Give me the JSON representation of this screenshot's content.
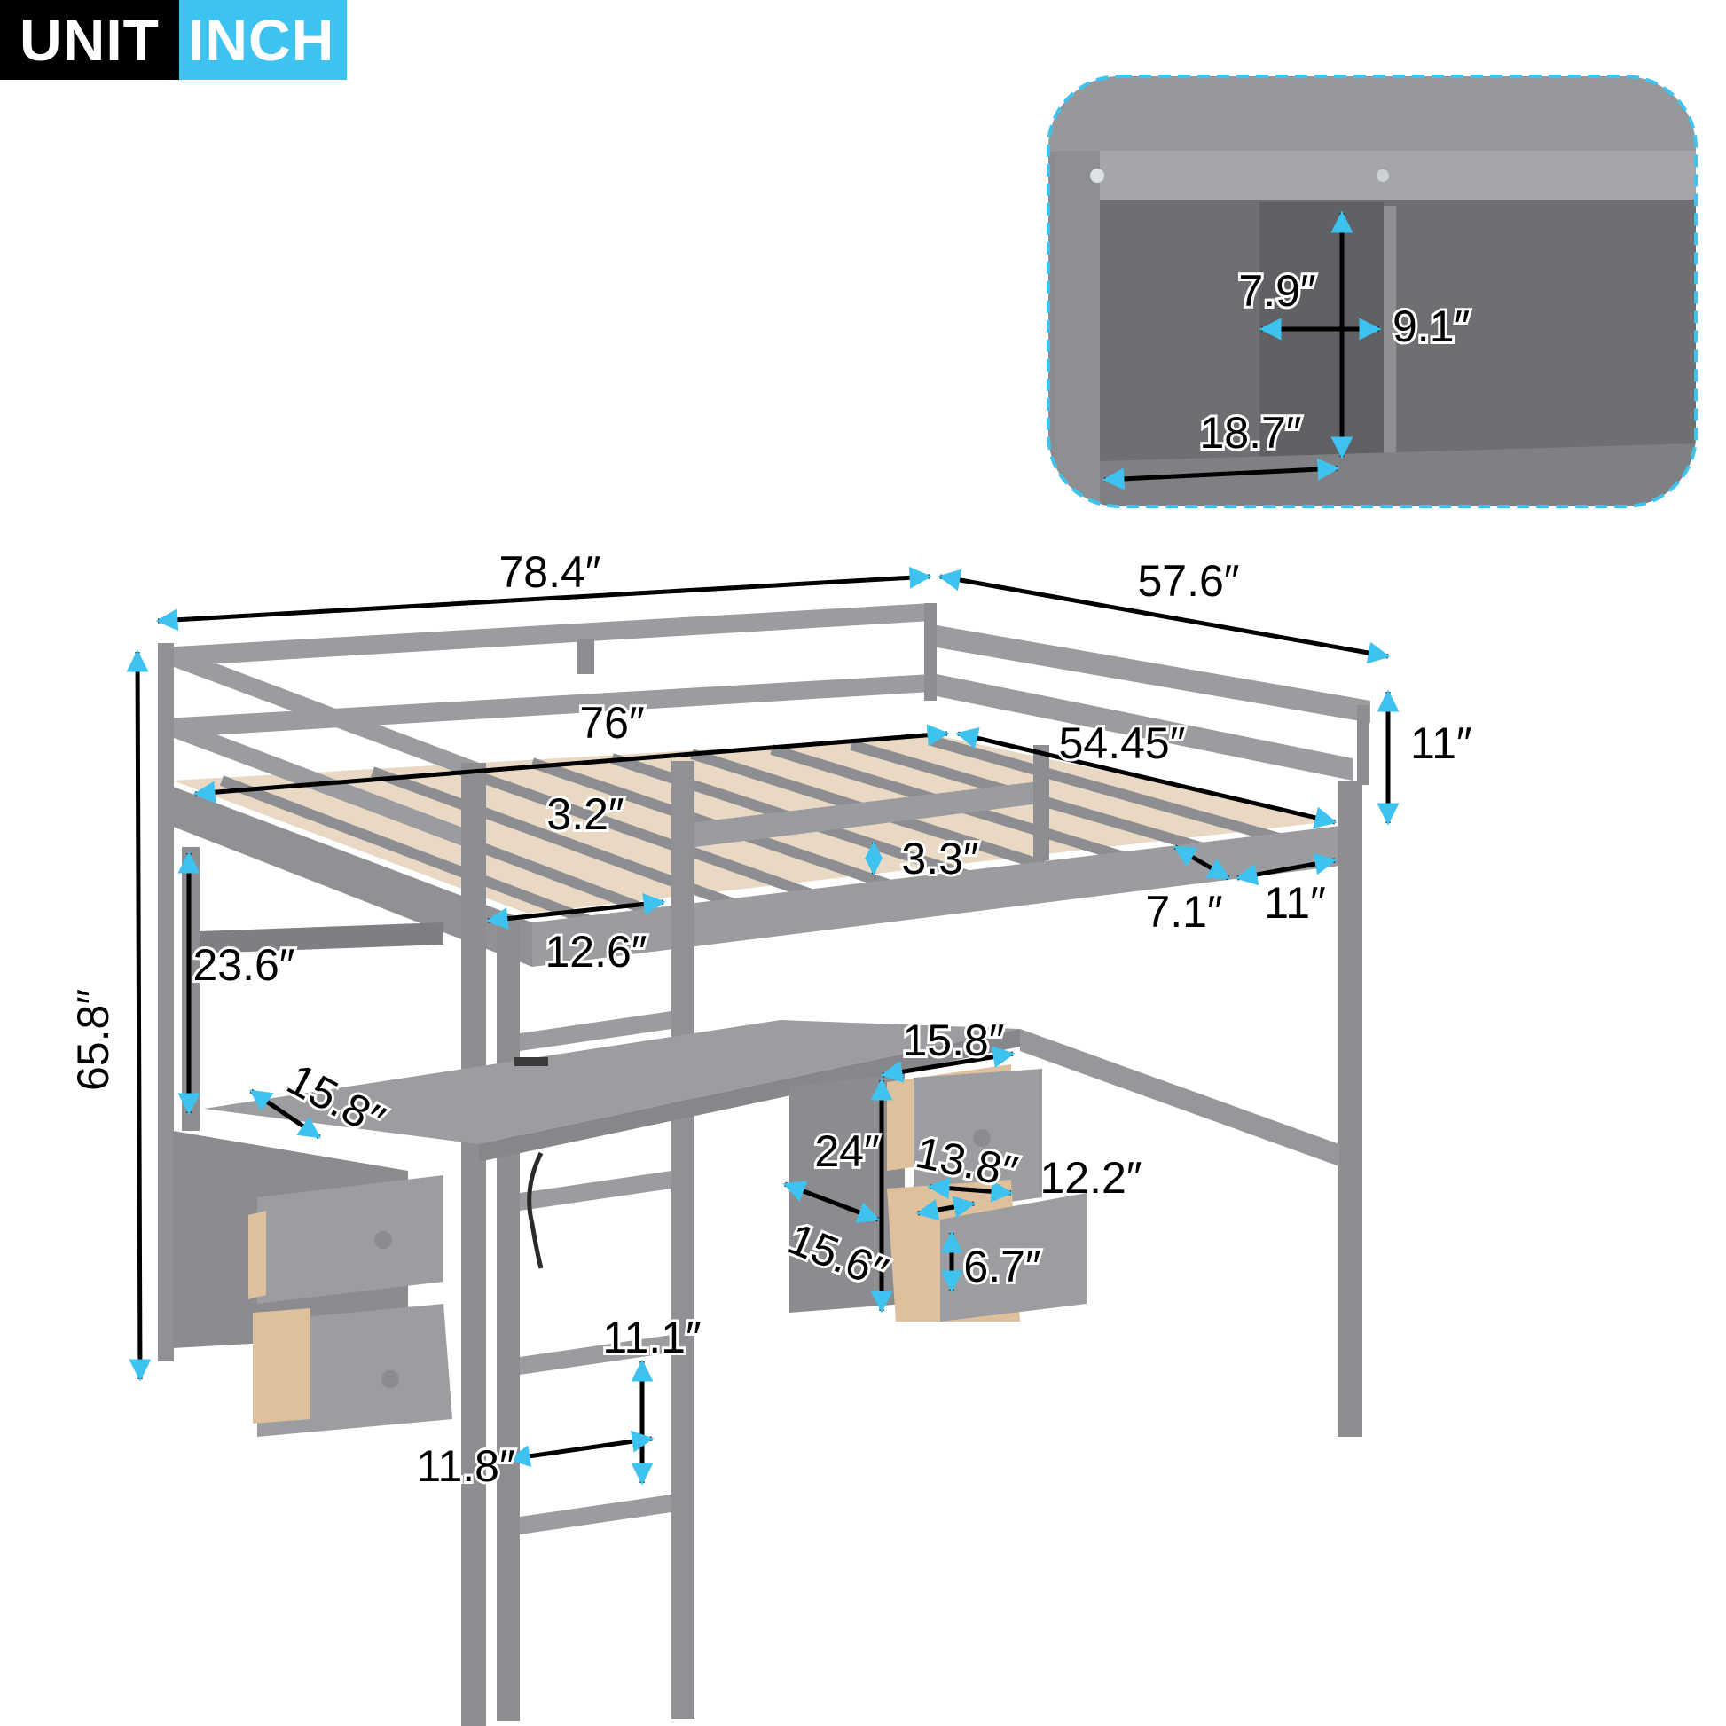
{
  "unit_badge": {
    "label": "UNIT",
    "value": "INCH",
    "label_bg": "#000000",
    "value_bg": "#3ec3f0"
  },
  "colors": {
    "frame": "#8c8e91",
    "frame_dark": "#77797c",
    "frame_light": "#a2a4a7",
    "slat": "#e9d8c4",
    "drawer_wood": "#dfc09d",
    "arrow": "#3ec3f0",
    "line": "#000000",
    "inset_border": "#3ec3f0"
  },
  "inset": {
    "description": "shelf compartment detail",
    "dimensions": {
      "height": "7.9″",
      "depth": "9.1″",
      "width": "18.7″"
    }
  },
  "overall": {
    "length": "78.4″",
    "width": "57.6″",
    "height": "65.8″",
    "guardrail_height": "11″"
  },
  "mattress_area": {
    "length": "76″",
    "width": "54.45″"
  },
  "details": {
    "slat_width": "3.2″",
    "slat_gap": "3.3″",
    "ladder_opening": "12.6″",
    "guardrail_gap_left": "7.1″",
    "guardrail_gap_right": "11″",
    "shelf_height": "23.6″",
    "shelf_depth": "15.8″",
    "desk_depth": "15.8″",
    "cabinet_height": "24″",
    "cabinet_depth": "15.6″",
    "drawer_width": "13.8″",
    "drawer_depth": "12.2″",
    "drawer_height": "6.7″",
    "ladder_rung_spacing": "11.1″",
    "ladder_width": "11.8″"
  }
}
